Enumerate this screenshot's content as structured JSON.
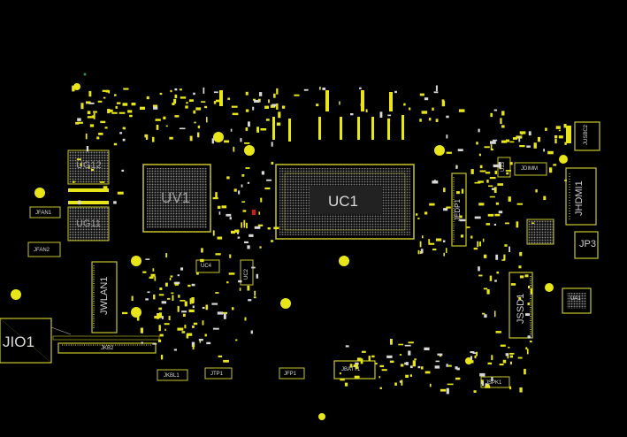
{
  "colors": {
    "background": "#000000",
    "pad_yellow": "#e8e51a",
    "outline_yellow": "#c9c62a",
    "component_white": "#d8d8d8",
    "bga_grey": "#8a8a8a",
    "red_marker": "#e01010",
    "green_dot": "#3c8c3c"
  },
  "labels": {
    "uc1": "UC1",
    "uv1": "UV1",
    "ug12": "UG12",
    "ug11": "UG11",
    "jio1": "JIO1",
    "jkb2": "JKB2",
    "jwlan1": "JWLAN1",
    "jssd1": "JSSD1",
    "jhdmi1": "JHDMI1",
    "jp3": "JP3",
    "jedp1": "JEDP1",
    "jusbc2": "JUSBC2",
    "jfan1": "JFAN1",
    "jfan2": "JFAN2",
    "uc4": "UC4",
    "uc2": "UC2",
    "jkbl1": "JKBL1",
    "jtp1": "JTP1",
    "jfp1": "JFP1",
    "jbatt1": "JBATT1",
    "jspk1": "JSPK1",
    "ua1": "UA1",
    "jdimm": "JDIMM",
    "u13": "U13"
  }
}
